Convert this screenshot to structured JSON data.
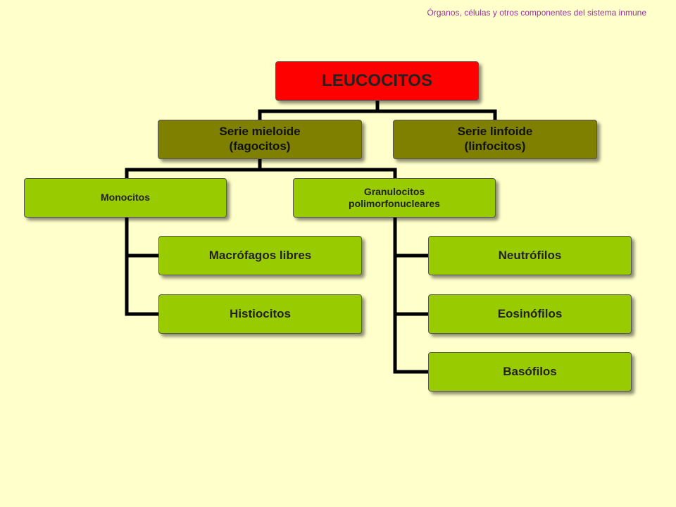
{
  "header": {
    "title": "Órganos, células y otros componentes del sistema inmune"
  },
  "diagram": {
    "root": "LEUCOCITOS",
    "level1": {
      "mieloide": "Serie mieloide\n(fagocitos)",
      "linfoide": "Serie linfoide\n(linfocitos)"
    },
    "level2": {
      "monocitos": "Monocitos",
      "granulocitos": "Granulocitos\npolimorfonucleares"
    },
    "monocitos_children": [
      "Macrófagos libres",
      "Histiocitos"
    ],
    "granulocitos_children": [
      "Neutrófilos",
      "Eosinófilos",
      "Basófilos"
    ]
  },
  "colors": {
    "background": "#ffffcc",
    "root": "#ff0000",
    "level1": "#808000",
    "level2": "#99cc00",
    "connector": "#000000",
    "header_text": "#993399"
  }
}
